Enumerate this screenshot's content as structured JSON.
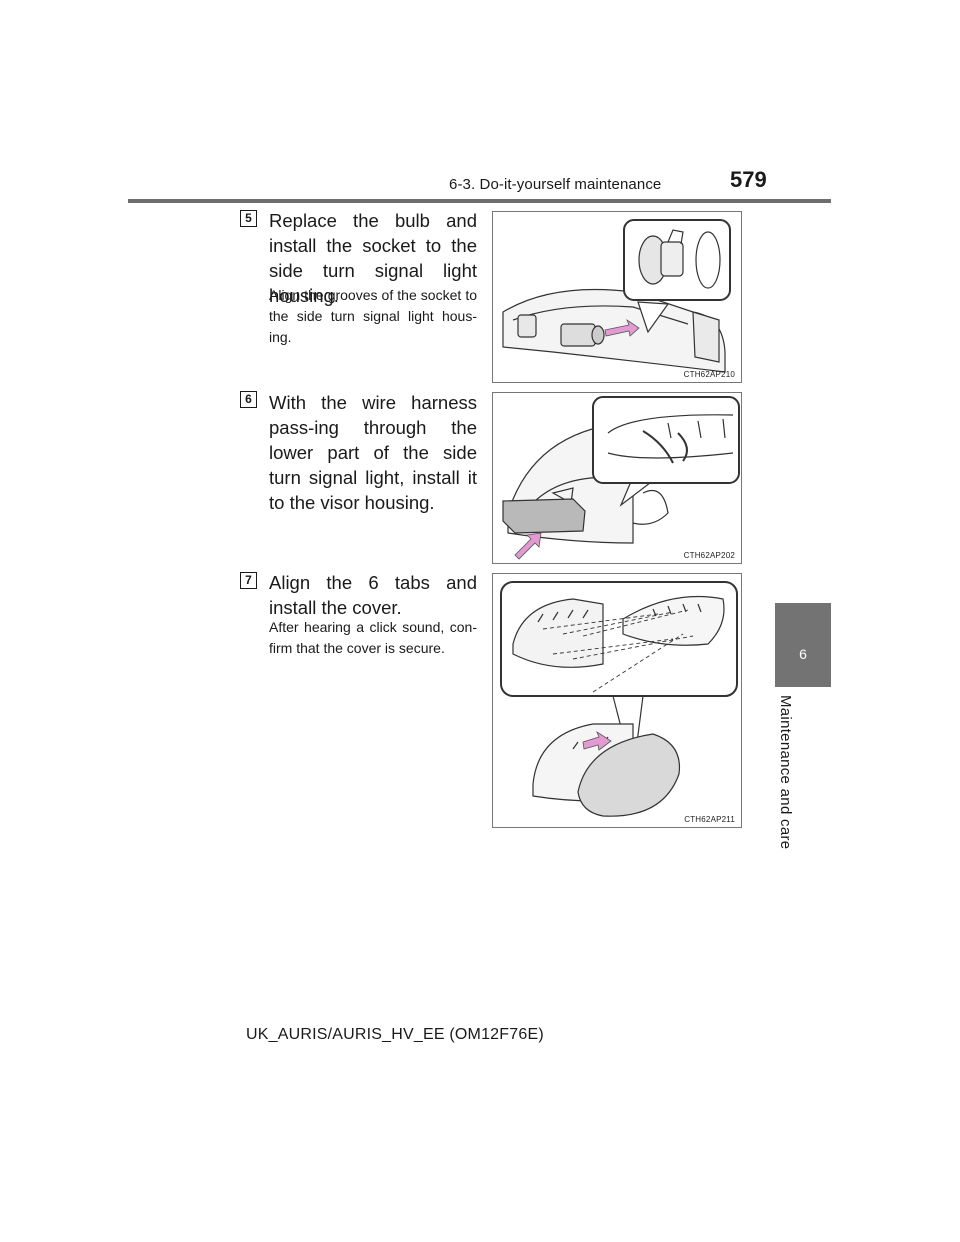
{
  "header": {
    "section": "6-3. Do-it-yourself maintenance",
    "page_number": "579"
  },
  "side_tab": {
    "chapter_number": "6",
    "chapter_title": "Maintenance and care"
  },
  "steps": [
    {
      "number": "5",
      "text": "Replace the bulb and install the socket to the side turn signal light housing.",
      "note": "Align the grooves of the socket to the side turn signal light hous-ing.",
      "figure_code": "CTH62AP210"
    },
    {
      "number": "6",
      "text": "With the wire harness pass-ing through the lower part of the side turn signal light, install it to the visor housing.",
      "figure_code": "CTH62AP202"
    },
    {
      "number": "7",
      "text": "Align the 6 tabs and install the cover.",
      "note": "After hearing a click sound, con-firm that the cover is secure.",
      "figure_code": "CTH62AP211"
    }
  ],
  "colors": {
    "rule": "#6e6e6e",
    "side_tab": "#737373",
    "arrow": "#e39ad3"
  },
  "footer": {
    "manual_code": "UK_AURIS/AURIS_HV_EE (OM12F76E)"
  }
}
